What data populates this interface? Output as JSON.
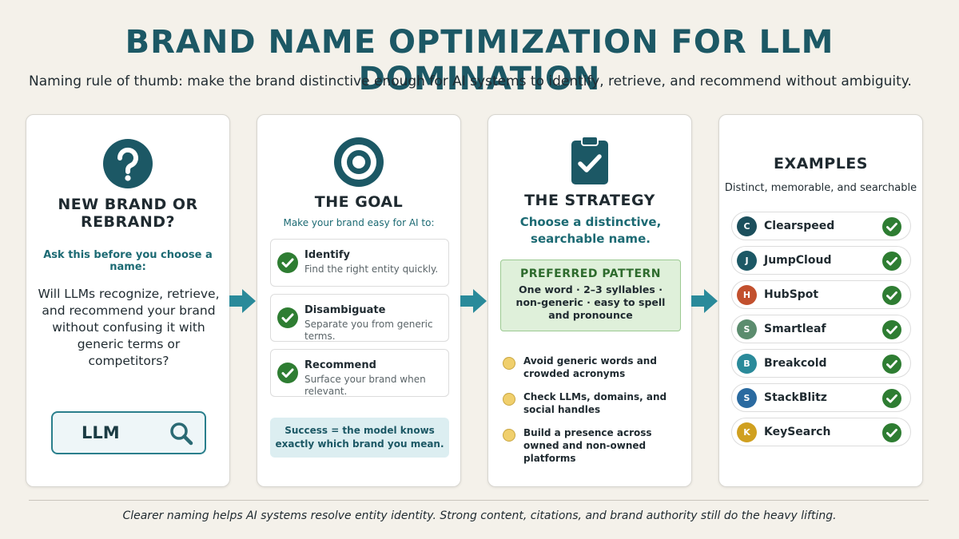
{
  "title": "BRAND NAME OPTIMIZATION FOR LLM DOMINATION",
  "subtitle": "Naming rule of thumb: make the brand distinctive enough for AI systems to identify, retrieve, and recommend without ambiguity.",
  "colors": {
    "accent": "#1c5865",
    "teal": "#1c6a73",
    "green": "#2e7d32",
    "background": "#f4f1ea"
  },
  "card1": {
    "icon": "question-icon",
    "title_line1": "NEW BRAND OR",
    "title_line2": "REBRAND?",
    "prompt": "Ask this before you choose a name:",
    "question": "Will LLMs recognize, retrieve, and recommend your brand without confusing it with generic terms or competitors?",
    "search_text": "LLM"
  },
  "card2": {
    "icon": "target-icon",
    "title": "THE GOAL",
    "intro": "Make your brand easy for AI to:",
    "items": [
      {
        "name": "Identify",
        "desc": "Find the right entity quickly."
      },
      {
        "name": "Disambiguate",
        "desc": "Separate you from generic terms."
      },
      {
        "name": "Recommend",
        "desc": "Surface your brand when relevant."
      }
    ],
    "success": "Success = the model knows exactly which brand you mean."
  },
  "card3": {
    "icon": "clipboard-check-icon",
    "title": "THE STRATEGY",
    "sub": "Choose a distinctive, searchable name.",
    "pattern_head": "PREFERRED PATTERN",
    "pattern_body": "One word · 2–3 syllables · non-generic · easy to spell and pronounce",
    "tips": [
      "Avoid generic words and crowded acronyms",
      "Check LLMs, domains, and social handles",
      "Build a presence across owned and non-owned platforms"
    ]
  },
  "card4": {
    "title": "EXAMPLES",
    "sub": "Distinct, memorable, and searchable",
    "examples": [
      {
        "letter": "C",
        "name": "Clearspeed",
        "color": "#1c4f5c"
      },
      {
        "letter": "J",
        "name": "JumpCloud",
        "color": "#1c5865"
      },
      {
        "letter": "H",
        "name": "HubSpot",
        "color": "#c2502e"
      },
      {
        "letter": "S",
        "name": "Smartleaf",
        "color": "#5b8c6e"
      },
      {
        "letter": "B",
        "name": "Breakcold",
        "color": "#2a8a9a"
      },
      {
        "letter": "S",
        "name": "StackBlitz",
        "color": "#2a6aa0"
      },
      {
        "letter": "K",
        "name": "KeySearch",
        "color": "#d0a020"
      }
    ]
  },
  "footer": "Clearer naming helps AI systems resolve entity identity. Strong content, citations, and brand authority still do the heavy lifting."
}
